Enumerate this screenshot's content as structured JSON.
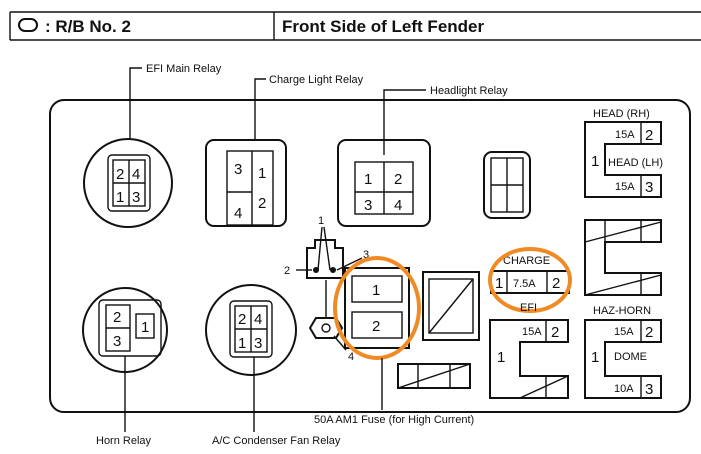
{
  "header": {
    "symbol_label": ": R/B No. 2",
    "location": "Front Side of Left Fender"
  },
  "relays": {
    "efi_main": {
      "label": "EFI Main Relay",
      "pins": [
        "2",
        "4",
        "1",
        "3"
      ]
    },
    "charge_light": {
      "label": "Charge Light Relay",
      "pins": [
        "3",
        "1",
        "4",
        "2"
      ]
    },
    "headlight": {
      "label": "Headlight Relay",
      "pins": [
        "1",
        "2",
        "3",
        "4"
      ]
    },
    "horn": {
      "label": "Horn Relay",
      "pins": [
        "2",
        "3",
        "1"
      ]
    },
    "ac_condenser_fan": {
      "label": "A/C Condenser Fan Relay",
      "pins": [
        "2",
        "4",
        "1",
        "3"
      ]
    }
  },
  "small_connector": {
    "pins": [
      "1",
      "2",
      "3",
      "4"
    ]
  },
  "am1_fuse": {
    "label": "50A AM1 Fuse (for High Current)",
    "pins": [
      "1",
      "2"
    ]
  },
  "fuses": {
    "head_rh": {
      "name": "HEAD (RH)",
      "rating": "15A",
      "pin": "2"
    },
    "head_lh": {
      "name": "HEAD (LH)",
      "rating": "15A",
      "pin": "3"
    },
    "head_common": "1",
    "charge": {
      "name": "CHARGE",
      "rating": "7.5A",
      "pin_a": "1",
      "pin_b": "2"
    },
    "efi": {
      "name": "EFI",
      "rating": "15A",
      "pin": "2",
      "common": "1"
    },
    "haz_horn": {
      "name": "HAZ-HORN",
      "rating": "15A",
      "pin": "2"
    },
    "dome": {
      "name": "DOME",
      "rating": "10A",
      "pin": "3"
    },
    "haz_common": "1"
  },
  "highlight_color": "#f08a24"
}
